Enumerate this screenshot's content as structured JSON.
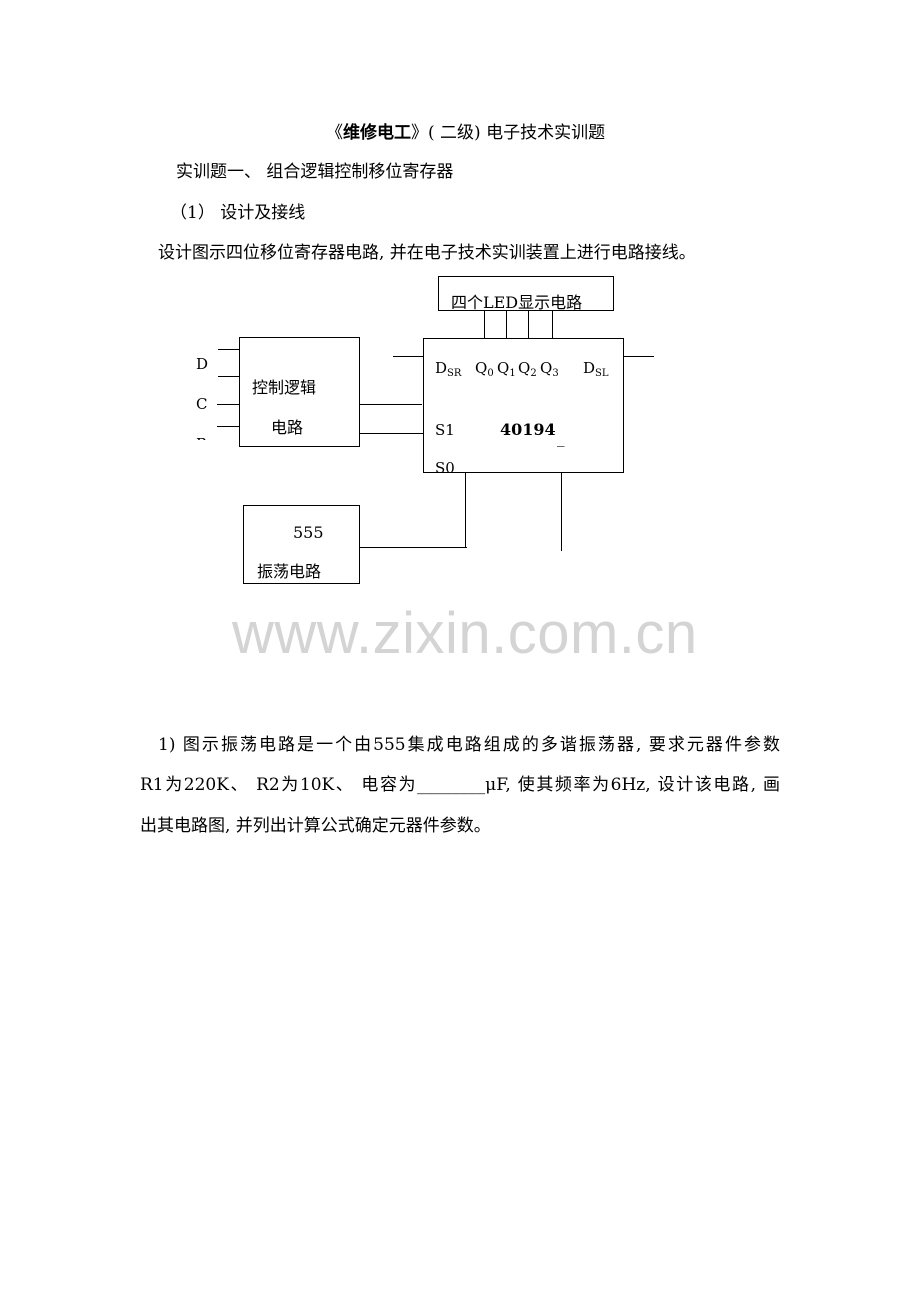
{
  "title": {
    "prefix": "《",
    "bold": "维修电工",
    "rest": "》( 二级) 电子技术实训题"
  },
  "section_heading": "实训题一、  组合逻辑控制移位寄存器",
  "subheading": "（1）  设计及接线",
  "instruction": "设计图示四位移位寄存器电路, 并在电子技术实训装置上进行电路接线。",
  "diagram": {
    "led_box_label": "四个LED显示电路",
    "control_box_lines": [
      "控制逻辑",
      "电路"
    ],
    "inputs": [
      "D",
      "C",
      "B"
    ],
    "chip": {
      "name": "40194",
      "dsr": "D",
      "dsr_sub": "SR",
      "dsl": "D",
      "dsl_sub": "SL",
      "outputs": [
        {
          "q": "Q",
          "sub": "0"
        },
        {
          "q": "Q",
          "sub": "1"
        },
        {
          "q": "Q",
          "sub": "2"
        },
        {
          "q": "Q",
          "sub": "3"
        }
      ],
      "s1": "S1",
      "s0": "S0",
      "dash": "_"
    },
    "osc_box_lines": [
      "555",
      "振荡电路"
    ]
  },
  "watermark": "www.zixin.com.cn",
  "question": {
    "lines": [
      "1) 图示振荡电路是一个由555集成电路组成的多谐振荡器, 要求元器件参数",
      "R1为220K、 R2为10K、 电容为________μF, 使其频率为6Hz, 设计该电路, 画",
      "出其电路图, 并列出计算公式确定元器件参数。"
    ]
  }
}
